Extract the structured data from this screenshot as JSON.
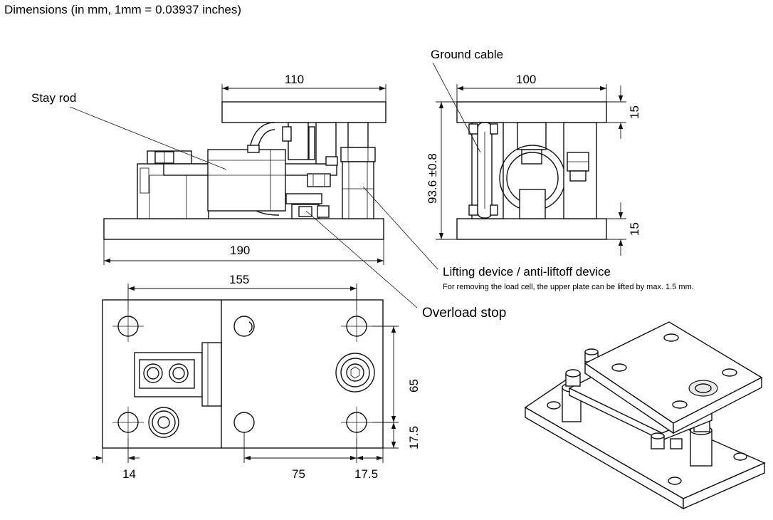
{
  "title": "Dimensions (in mm, 1mm = 0.03937 inches)",
  "labels": {
    "stay_rod": "Stay rod",
    "ground_cable": "Ground cable",
    "lifting_device": "Lifting device / anti-liftoff device",
    "lifting_note": "For removing the load cell, the upper plate can be lifted by max. 1.5 mm.",
    "overload_stop": "Overload stop"
  },
  "dimensions": {
    "front_top_width": "110",
    "front_base_width": "190",
    "side_top_width": "100",
    "side_height": "93.6 ±0.8",
    "side_top_plate": "15",
    "side_bottom_plate": "15",
    "plan_hole_span": "155",
    "plan_hole_pitch_y": "65",
    "plan_edge_y": "17.5",
    "plan_edge_x_left": "14",
    "plan_hole_pitch_x": "75",
    "plan_edge_x_right": "17.5"
  }
}
